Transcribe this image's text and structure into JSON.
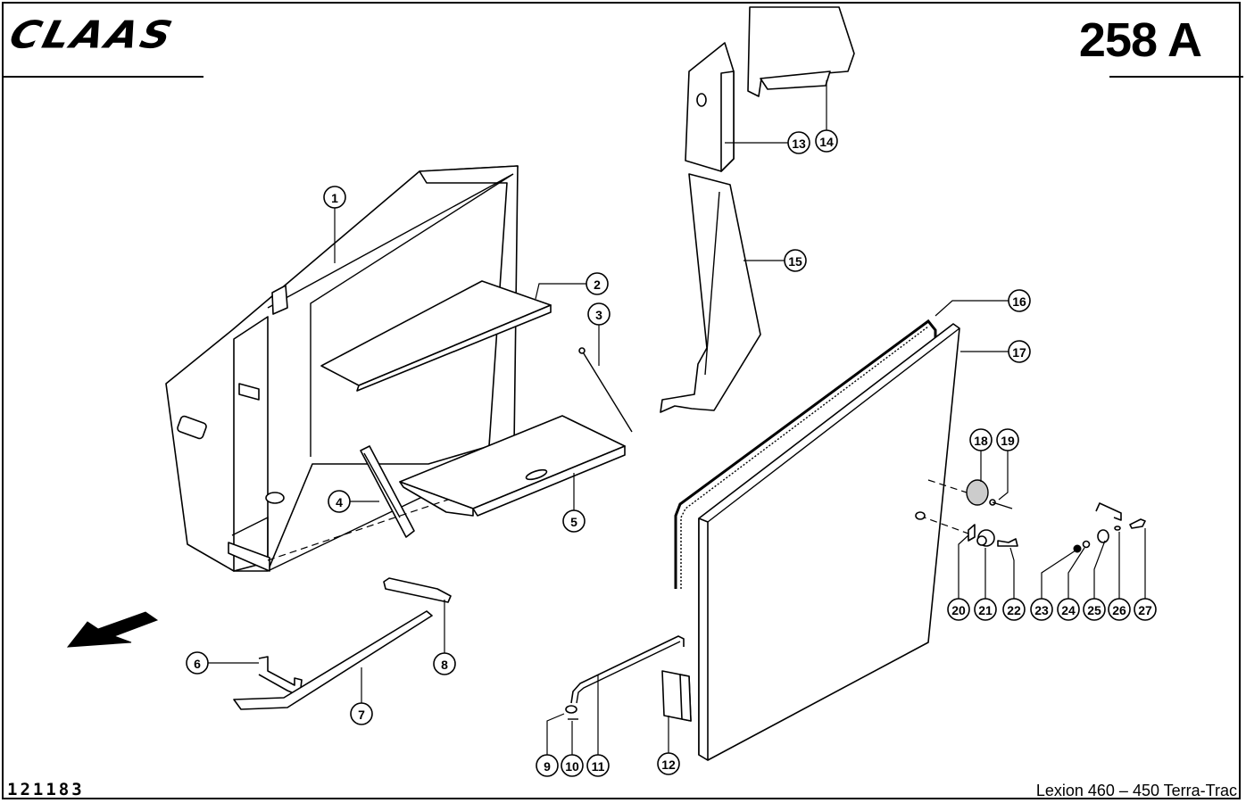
{
  "header": {
    "brand": "CLAAS",
    "page_number": "258 A"
  },
  "footer": {
    "drawing_number": "121183",
    "model": "Lexion 460 – 450 Terra-Trac"
  },
  "direction_indicator": "arrow-pointing-forward-left",
  "callouts": [
    {
      "id": "1",
      "label": "1",
      "part": "cab-housing-frame"
    },
    {
      "id": "2",
      "label": "2",
      "part": "upper-shelf"
    },
    {
      "id": "3",
      "label": "3",
      "part": "pin"
    },
    {
      "id": "4",
      "label": "4",
      "part": "strut"
    },
    {
      "id": "5",
      "label": "5",
      "part": "lower-shelf"
    },
    {
      "id": "6",
      "label": "6",
      "part": "bracket"
    },
    {
      "id": "7",
      "label": "7",
      "part": "support-bar"
    },
    {
      "id": "8",
      "label": "8",
      "part": "link"
    },
    {
      "id": "9",
      "label": "9",
      "part": "washer"
    },
    {
      "id": "10",
      "label": "10",
      "part": "split-pin"
    },
    {
      "id": "11",
      "label": "11",
      "part": "door-stay-rod"
    },
    {
      "id": "12",
      "label": "12",
      "part": "hinge"
    },
    {
      "id": "13",
      "label": "13",
      "part": "side-plate"
    },
    {
      "id": "14",
      "label": "14",
      "part": "upper-panel"
    },
    {
      "id": "15",
      "label": "15",
      "part": "side-panel"
    },
    {
      "id": "16",
      "label": "16",
      "part": "door-seal"
    },
    {
      "id": "17",
      "label": "17",
      "part": "door-panel"
    },
    {
      "id": "18",
      "label": "18",
      "part": "cover-cap"
    },
    {
      "id": "19",
      "label": "19",
      "part": "screw"
    },
    {
      "id": "20",
      "label": "20",
      "part": "catch"
    },
    {
      "id": "21",
      "label": "21",
      "part": "lock"
    },
    {
      "id": "22",
      "label": "22",
      "part": "key"
    },
    {
      "id": "23",
      "label": "23",
      "part": "nut"
    },
    {
      "id": "24",
      "label": "24",
      "part": "washer"
    },
    {
      "id": "25",
      "label": "25",
      "part": "spring"
    },
    {
      "id": "26",
      "label": "26",
      "part": "clip"
    },
    {
      "id": "27",
      "label": "27",
      "part": "bolt"
    }
  ]
}
